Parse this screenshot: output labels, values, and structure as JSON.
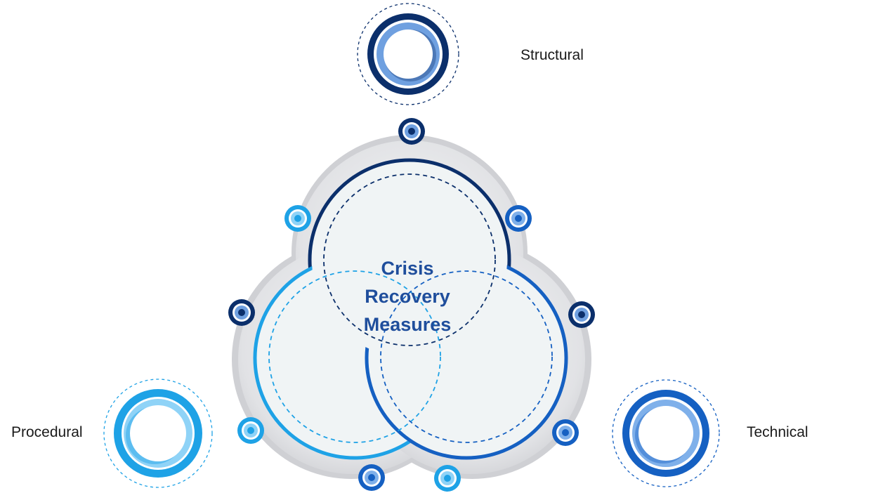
{
  "center": {
    "line1": "Crisis",
    "line2": "Recovery",
    "line3": "Measures"
  },
  "nodes": [
    {
      "label": "Structural",
      "color": "#0b2f6b",
      "accent": "#6fa0e0"
    },
    {
      "label": "Procedural",
      "color": "#1ea2e6",
      "accent": "#8fd3f7"
    },
    {
      "label": "Technical",
      "color": "#1560c2",
      "accent": "#7fb0ea"
    }
  ],
  "colors": {
    "navy": "#0b2f6b",
    "sky": "#1ea2e6",
    "royal": "#1560c2",
    "blob": "#d9dadd",
    "fill": "#f0f4f5"
  }
}
